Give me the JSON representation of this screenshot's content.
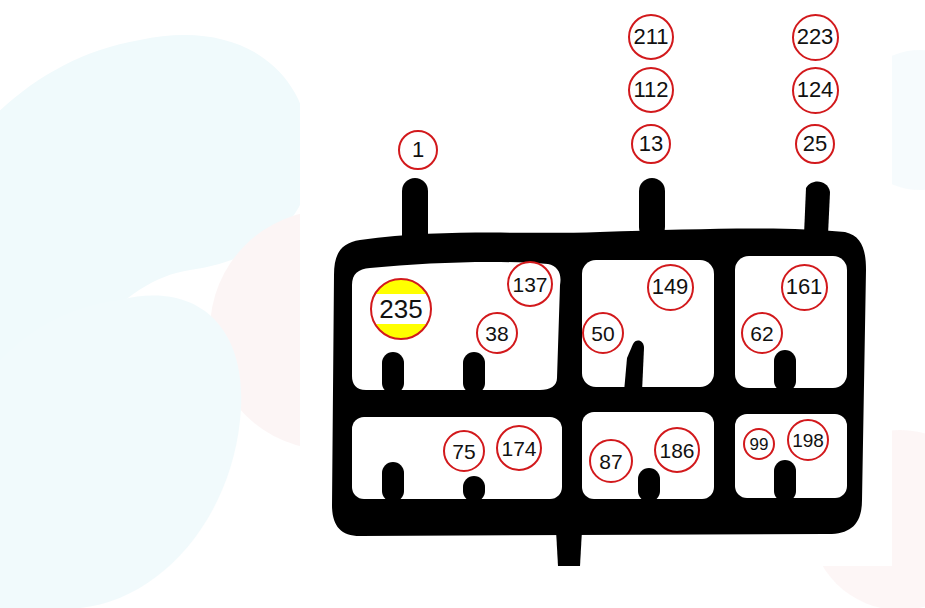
{
  "diagram": {
    "labels": [
      "211",
      "223",
      "112",
      "124",
      "1",
      "13",
      "25",
      "137",
      "149",
      "161",
      "235",
      "38",
      "50",
      "62",
      "75",
      "174",
      "87",
      "186",
      "99",
      "198"
    ]
  }
}
